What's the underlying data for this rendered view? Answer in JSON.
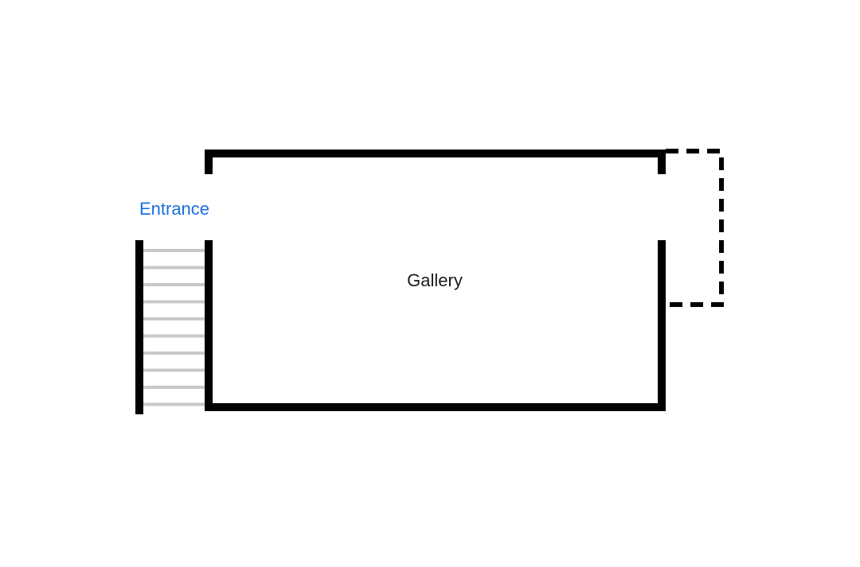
{
  "diagram": {
    "labels": {
      "entrance": "Entrance",
      "room": "Gallery"
    },
    "colors": {
      "wall": "#000000",
      "annex_outline": "#000000",
      "stair_treads": "#c8c8c8",
      "entrance_label": "#1a6fe0",
      "room_label": "#1a1a1a",
      "background": "#ffffff"
    },
    "stairs": {
      "tread_count": 10
    }
  }
}
